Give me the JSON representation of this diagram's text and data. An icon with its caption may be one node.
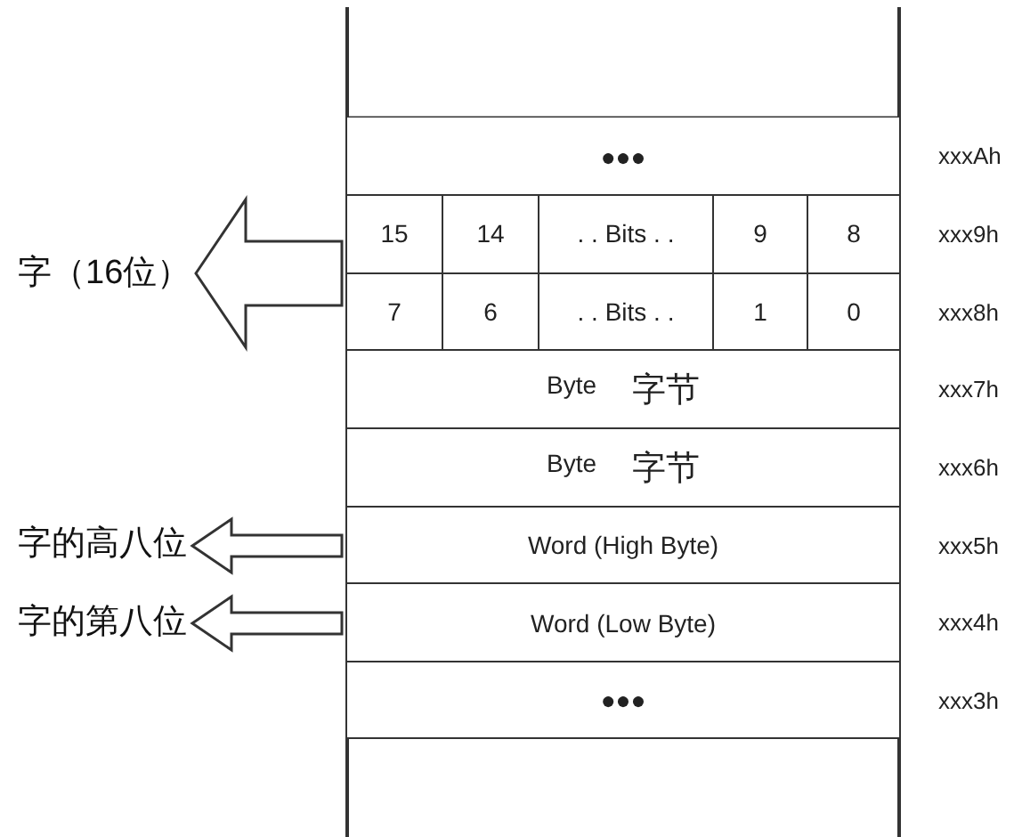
{
  "diagram": {
    "nodes": [
      {
        "text": [
          "●●●"
        ],
        "beside": [
          "xxxAh"
        ]
      },
      {
        "text": [],
        "shape": "box",
        "beside": [
          "xxx9h"
        ]
      },
      {
        "text": [
          "15"
        ],
        "in": 1
      },
      {
        "text": [
          "14"
        ],
        "in": 1
      },
      {
        "text": [
          ". . Bits . ."
        ],
        "in": 1
      },
      {
        "text": [
          "9"
        ],
        "in": 1
      },
      {
        "text": [
          "8"
        ],
        "in": 1
      },
      {
        "text": [],
        "shape": "box",
        "beside": [
          "xxx8h"
        ]
      },
      {
        "text": [
          "7"
        ],
        "in": 7
      },
      {
        "text": [
          "6"
        ],
        "in": 7
      },
      {
        "text": [
          ". . Bits . ."
        ],
        "in": 7
      },
      {
        "text": [
          "1"
        ],
        "in": 7
      },
      {
        "text": [
          "0"
        ],
        "in": 7
      },
      {
        "text": [
          "Byte",
          "字节"
        ],
        "beside": [
          "xxx7h"
        ]
      },
      {
        "text": [
          "Byte",
          "字节"
        ],
        "beside": [
          "xxx6h"
        ]
      },
      {
        "text": [
          "Word (High Byte)"
        ],
        "beside": [
          "xxx5h"
        ]
      },
      {
        "text": [
          "Word (Low Byte)"
        ],
        "beside": [
          "xxx4h"
        ]
      },
      {
        "text": [
          "●●●"
        ],
        "beside": [
          "xxx3h"
        ]
      },
      {
        "text": [
          "字（16位）"
        ]
      },
      {
        "text": [
          "字的高八位"
        ]
      },
      {
        "text": [
          "字的第八位"
        ]
      }
    ],
    "edges": [
      {
        "from": 1,
        "to": 18,
        "arrow": "to"
      },
      {
        "from": 7,
        "to": 18,
        "arrow": "to"
      },
      {
        "from": 15,
        "to": 19,
        "arrow": "to"
      },
      {
        "from": 16,
        "to": 20,
        "arrow": "to"
      }
    ]
  }
}
